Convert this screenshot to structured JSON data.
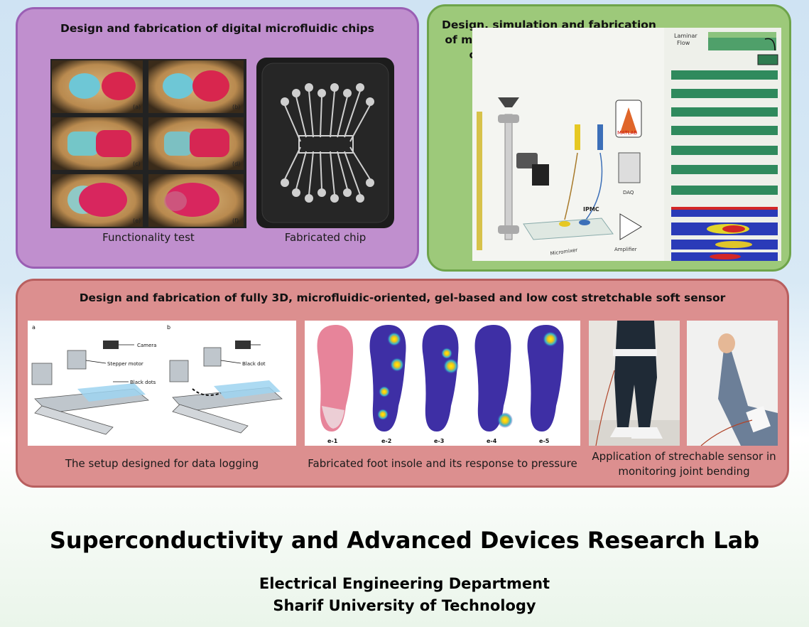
{
  "panels": {
    "digital": {
      "title": "Design and fabrication of digital microfluidic chips",
      "caption_left": "Functionality test",
      "caption_right": "Fabricated chip",
      "frame_labels": [
        "(a)",
        "(b)",
        "(c)",
        "(d)",
        "(e)",
        "(f)"
      ]
    },
    "mixer": {
      "title_line1": "Design, simulation and fabrication",
      "title_line2": "of microfluidic micro-mixer based",
      "title_line3": "on IPMC artificial muscles",
      "laminar_label_line1": "Laminar",
      "laminar_label_line2": "Flow",
      "labels": {
        "ipmc": "IPMC",
        "daq": "DAQ",
        "amplifier": "Amplifier",
        "micromixer": "Micromixer",
        "matlab": "MATLAB"
      }
    },
    "sensor": {
      "title": "Design and fabrication of fully 3D, microfluidic-oriented, gel-based and low cost stretchable soft sensor",
      "caption_setup": "The setup designed for data logging",
      "caption_insole": "Fabricated foot insole and its response to pressure",
      "caption_app_line1": "Application of strechable sensor in",
      "caption_app_line2": "monitoring joint bending",
      "setup_labels": {
        "a": "a",
        "b": "b",
        "camera": "Camera",
        "stepper": "Stepper motor",
        "black_dots": "Black dots",
        "black_dot": "Black dot"
      },
      "insole_labels": [
        "e-1",
        "e-2",
        "e-3",
        "e-4",
        "e-5"
      ]
    }
  },
  "footer": {
    "lab": "Superconductivity and Advanced Devices Research Lab",
    "department": "Electrical Engineering Department",
    "university": "Sharif University of Technology"
  }
}
